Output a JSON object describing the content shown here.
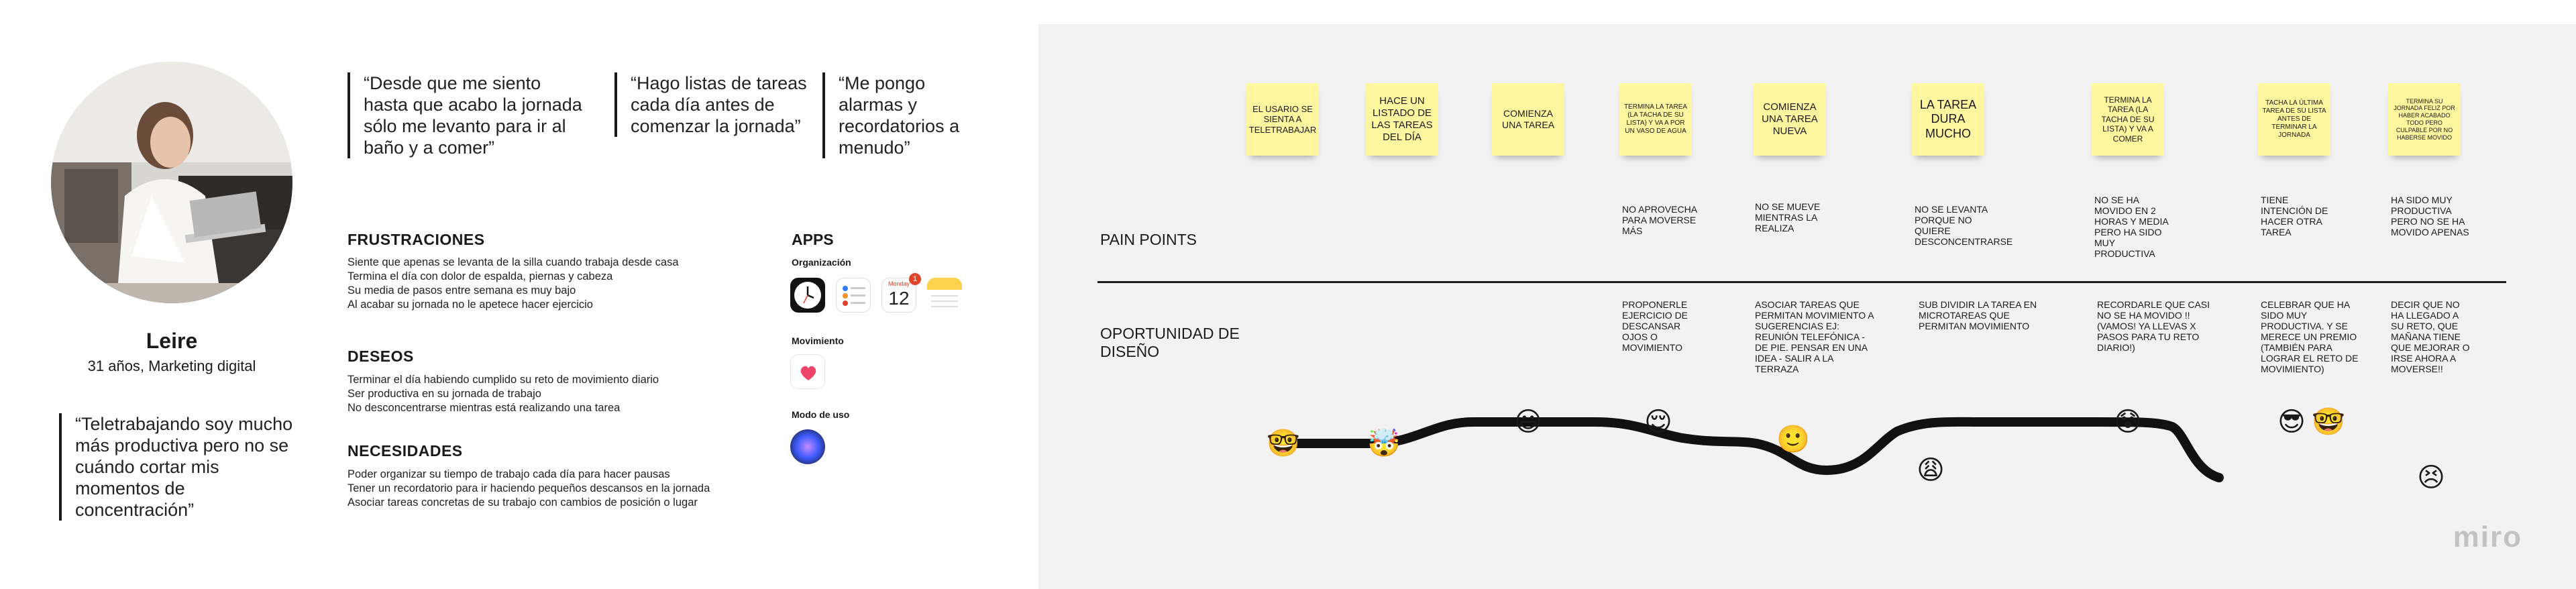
{
  "persona": {
    "name": "Leire",
    "description": "31 años, Marketing digital",
    "avatar_icon": "person-laptop-photo"
  },
  "quotes": [
    "“Desde que me siento hasta que acabo la jornada sólo me levanto para ir al baño y a comer”",
    "“Hago listas de tareas cada día antes de comenzar la jornada”",
    "“Me pongo alarmas y recordatorios a menudo”",
    "“Teletrabajando soy mucho más productiva pero no se cuándo cortar mis momentos de concentración”"
  ],
  "frustraciones": {
    "title": "FRUSTRACIONES",
    "items": [
      "Siente que apenas se levanta de la silla cuando trabaja desde casa",
      "Termina el día con dolor de espalda, piernas y cabeza",
      "Su media de pasos entre semana es muy bajo",
      "Al acabar su jornada no le apetece hacer ejercicio"
    ]
  },
  "deseos": {
    "title": "DESEOS",
    "items": [
      "Terminar el día habiendo cumplido su reto de movimiento diario",
      "Ser productiva en su jornada de trabajo",
      "No desconcentrarse mientras está realizando una tarea"
    ]
  },
  "necesidades": {
    "title": "NECESIDADES",
    "items": [
      "Poder organizar su tiempo de trabajo cada día para hacer pausas",
      "Tener un recordatorio para ir haciendo pequeños descansos en la jornada",
      "Asociar tareas concretas de su trabajo con cambios de posición o lugar"
    ]
  },
  "apps": {
    "title": "APPS",
    "groups": [
      {
        "label": "Organización",
        "icons": [
          "clock-app-icon",
          "reminders-app-icon",
          "calendar-app-icon",
          "notes-app-icon"
        ]
      },
      {
        "label": "Movimiento",
        "icons": [
          "health-app-icon"
        ]
      },
      {
        "label": "Modo de uso",
        "icons": [
          "siri-icon"
        ]
      }
    ],
    "calendar_day": "Monday",
    "calendar_date": "12",
    "calendar_badge": "1"
  },
  "board": {
    "stickies": [
      "EL USARIO SE SIENTA A TELETRABAJAR",
      "HACE UN LISTADO DE LAS TAREAS DEL DÍA",
      "COMIENZA UNA TAREA",
      "TERMINA LA TAREA (LA TACHA DE SU LISTA) Y VA A POR UN VASO DE AGUA",
      "COMIENZA UNA TAREA NUEVA",
      "LA TAREA DURA MUCHO",
      "TERMINA LA TAREA (LA TACHA DE SU LISTA) Y VA A COMER",
      "TACHA LA ÚLTIMA TAREA DE SU LISTA ANTES DE TERMINAR LA JORNADA",
      "TERMINA SU JORNADA FELIZ POR HABER ACABADO TODO PERO CULPABLE POR NO HABERSE MOVIDO"
    ],
    "pain_label": "PAIN POINTS",
    "pain_points": [
      "NO APROVECHA PARA MOVERSE MÁS",
      "NO SE MUEVE MIENTRAS LA REALIZA",
      "NO SE LEVANTA PORQUE NO QUIERE DESCONCENTRARSE",
      "NO SE HA MOVIDO EN 2 HORAS Y MEDIA PERO HA SIDO MUY PRODUCTIVA",
      "TIENE INTENCIÓN DE HACER OTRA TAREA",
      "HA SIDO MUY PRODUCTIVA PERO NO SE HA MOVIDO APENAS"
    ],
    "oportunidad_label": "OPORTUNIDAD DE DISEÑO",
    "oportunidades": [
      "PROPONERLE EJERCICIO DE DESCANSAR OJOS O MOVIMIENTO",
      "ASOCIAR TAREAS QUE PERMITAN MOVIMIENTO A SUGERENCIAS EJ: REUNIÓN TELEFÓNICA - DE PIE. PENSAR EN UNA IDEA - SALIR A LA TERRAZA",
      "SUB DIVIDIR LA TAREA EN MICROTAREAS QUE PERMITAN MOVIMIENTO",
      "RECORDARLE QUE CASI NO SE HA MOVIDO !! (VAMOS! YA LLEVAS X PASOS PARA TU RETO DIARIO!)",
      "CELEBRAR QUE HA SIDO MUY PRODUCTIVA. Y SE MERECE UN PREMIO (TAMBIÉN PARA LOGRAR EL RETO DE MOVIMIENTO)",
      "DECIR QUE NO HA LLEGADO A SU RETO, QUE MAÑANA TIENE QUE MEJORAR O IRSE AHORA A MOVERSE!!"
    ],
    "emojis": [
      "🤓",
      "🤯",
      "😃",
      "😌",
      "🙂",
      "😩",
      "😰",
      "😎",
      "🤓",
      "😣"
    ],
    "logo": "miro"
  }
}
